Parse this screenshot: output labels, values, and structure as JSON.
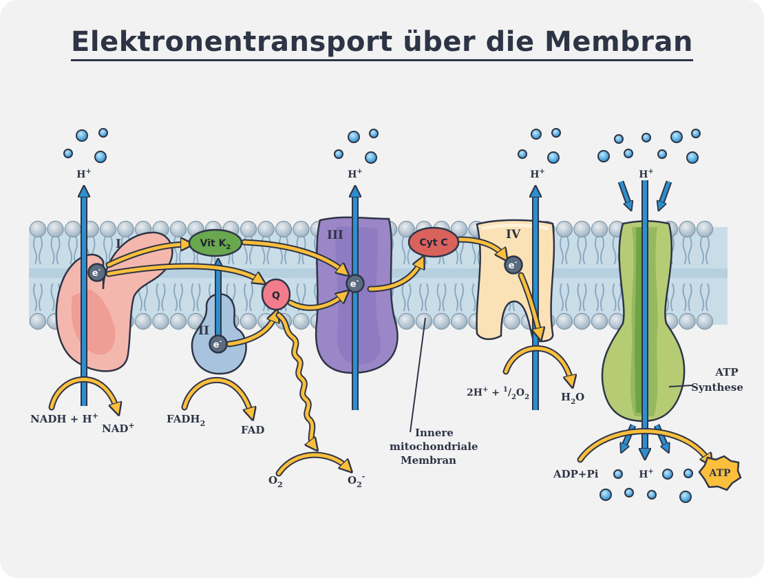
{
  "title": "Elektronentransport über die Membran",
  "labels": {
    "complex_1": "I",
    "complex_2": "II",
    "complex_3": "III",
    "complex_4": "IV",
    "vitk2": "Vit K",
    "vitk2_sub": "2",
    "q": "Q",
    "cytc": "Cyt C",
    "electron": "e",
    "electron_sup": "-",
    "hplus_base": "H",
    "hplus_sup": "+",
    "nadh": "NADH + H",
    "nad": "NAD",
    "fadh": "FADH",
    "sub2": "2",
    "fad": "FAD",
    "o": "O",
    "minus": "-",
    "membrane_line1": "Innere",
    "membrane_line2": "mitochondriale",
    "membrane_line3": "Membran",
    "two_h": "2H",
    "plus_one": " + ",
    "one_sup": "1",
    "slash": "/",
    "h": "H",
    "synthase_line1": "ATP",
    "synthase_line2": "Synthese",
    "adp": "ADP+Pi",
    "atp": "ATP"
  },
  "colors": {
    "ink": "#2d3445",
    "proton_blue": "#2d8fd0",
    "electron_flow_yellow": "#fbbf3c",
    "complex_1": "#f4b7ae",
    "complex_2": "#a8c3de",
    "complex_3": "#9b87c7",
    "complex_4": "#fbe2b6",
    "atp_synthase": "#b5cc75",
    "vit_k2": "#6aa84f",
    "q": "#f17c8b",
    "cyt_c": "#d9625c",
    "membrane": "#c9dde9"
  }
}
